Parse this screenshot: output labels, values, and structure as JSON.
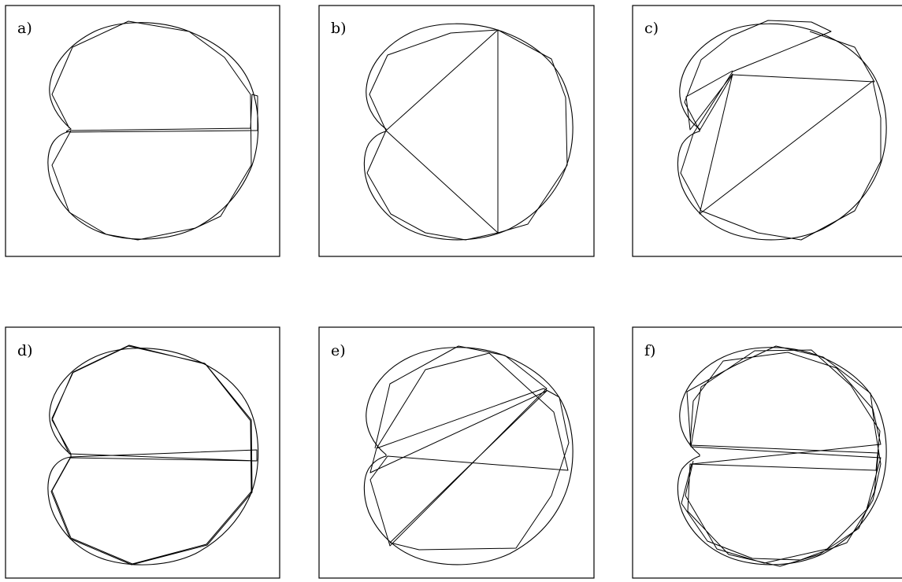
{
  "figure": {
    "panels": [
      {
        "label": "a)"
      },
      {
        "label": "b)"
      },
      {
        "label": "c)"
      },
      {
        "label": "d)"
      },
      {
        "label": "e)"
      },
      {
        "label": "f)"
      }
    ]
  }
}
